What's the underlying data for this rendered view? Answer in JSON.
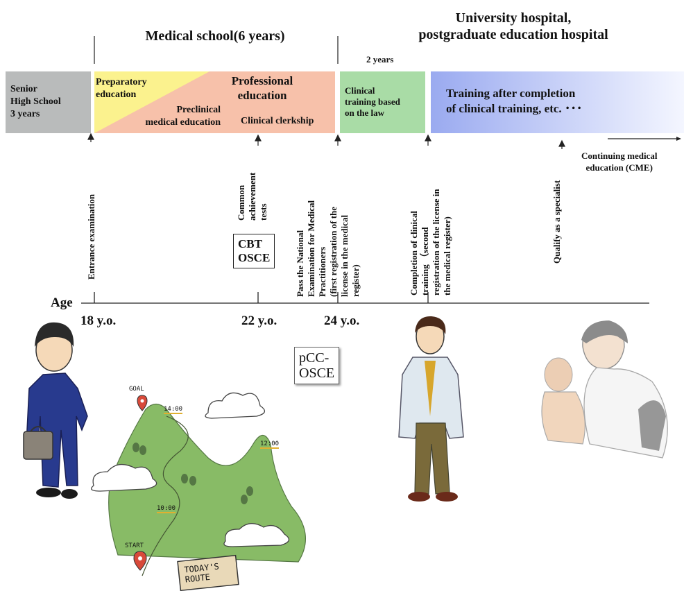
{
  "headers": {
    "medical_school": "Medical school(6 years)",
    "hospital_line1": "University hospital,",
    "hospital_line2": "postgraduate education hospital",
    "two_years": "2 years"
  },
  "stages": {
    "senior_high": [
      "Senior",
      "High School",
      "3 years"
    ],
    "preparatory": [
      "Preparatory",
      "education"
    ],
    "preclinical": [
      "Preclinical",
      "medical education"
    ],
    "professional": [
      "Professional",
      "education"
    ],
    "clinical_clerkship": "Clinical clerkship",
    "clinical_training": [
      "Clinical",
      "training based",
      "on the law"
    ],
    "after_training": [
      "Training after completion",
      "of clinical training, etc. ･･･"
    ],
    "cme": [
      "Continuing medical",
      "education (CME)"
    ]
  },
  "milestones": {
    "entrance": "Entrance examination",
    "common_tests": [
      "Common",
      "achievement",
      "tests"
    ],
    "national_exam": [
      "Pass the National",
      "Examination for Medical",
      "Practitioners",
      "(first registration of the",
      "license in the medical",
      "register)"
    ],
    "completion": [
      "Completion of clinical",
      "training （second",
      "registration of the license in",
      "the medical register)"
    ],
    "specialist": "Qualify as a specialist"
  },
  "boxes": {
    "cbt_osce": [
      "CBT",
      "OSCE"
    ],
    "pcc_osce": [
      "pCC-",
      "OSCE"
    ]
  },
  "age_axis": {
    "label": "Age",
    "ticks": [
      "18 y.o.",
      "22 y.o.",
      "24 y.o."
    ]
  },
  "illustration_text": {
    "goal": "GOAL",
    "start": "START",
    "t1400": "14:00",
    "t1200": "12:00",
    "t1000": "10:00",
    "route_sign": [
      "TODAY'S",
      "ROUTE"
    ]
  },
  "colors": {
    "senior_high": "#b9bbbb",
    "preparatory": "#fbf28e",
    "professional": "#f7c1aa",
    "clinical_training": "#a9dca6",
    "after_training_start": "#9aaaf0",
    "mountain": "#88bb66"
  }
}
